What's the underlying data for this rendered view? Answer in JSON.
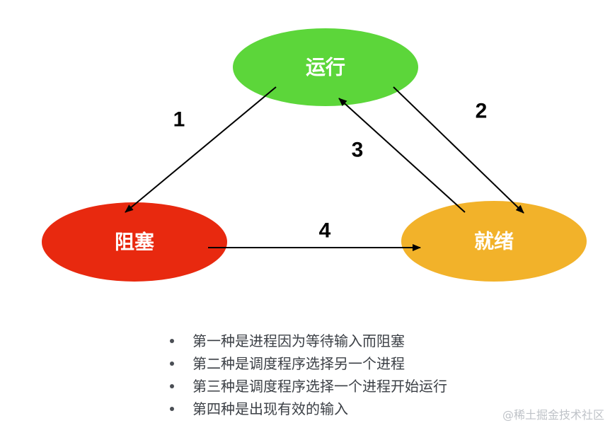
{
  "states": {
    "running": {
      "label": "运行",
      "color": "#5cd63a"
    },
    "blocked": {
      "label": "阻塞",
      "color": "#e8290f"
    },
    "ready": {
      "label": "就绪",
      "color": "#f2b22a"
    }
  },
  "edges": [
    {
      "id": "1",
      "label": "1",
      "from": "运行",
      "to": "阻塞"
    },
    {
      "id": "2",
      "label": "2",
      "from": "运行",
      "to": "就绪"
    },
    {
      "id": "3",
      "label": "3",
      "from": "就绪",
      "to": "运行"
    },
    {
      "id": "4",
      "label": "4",
      "from": "阻塞",
      "to": "就绪"
    }
  ],
  "notes": [
    "第一种是进程因为等待输入而阻塞",
    "第二种是调度程序选择另一个进程",
    "第三种是调度程序选择一个进程开始运行",
    "第四种是出现有效的输入"
  ],
  "watermark": "@稀土掘金技术社区"
}
